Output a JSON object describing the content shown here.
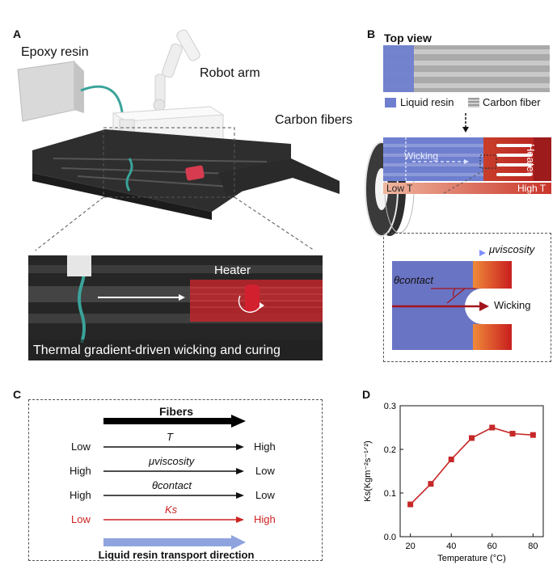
{
  "panel_a": {
    "letter": "A",
    "epoxy_label": "Epoxy resin",
    "robot_label": "Robot arm",
    "fibers_label": "Carbon fibers",
    "heater_label": "Heater",
    "caption": "Thermal gradient-driven wicking and curing"
  },
  "panel_b": {
    "letter": "B",
    "top_view": "Top view",
    "legend_resin": "Liquid resin",
    "legend_fiber": "Carbon fiber",
    "wicking_small": "Wicking",
    "heater": "Heater",
    "low_t": "Low T",
    "high_t": "High T",
    "mu_viscosity": "μviscosity",
    "theta_contact": "θcontact",
    "wicking_big": "Wicking",
    "colors": {
      "resin": "#6f7fcf",
      "heater": "#b31e1e",
      "fiber": "#9a9a9a"
    }
  },
  "panel_c": {
    "letter": "C",
    "fibers": "Fibers",
    "rows": [
      {
        "left": "Low",
        "symbol": "T",
        "right": "High",
        "color": "#111111"
      },
      {
        "left": "High",
        "symbol": "μviscosity",
        "right": "Low",
        "color": "#111111"
      },
      {
        "left": "High",
        "symbol": "θcontact",
        "right": "Low",
        "color": "#111111"
      },
      {
        "left": "Low",
        "symbol": "Ks",
        "right": "High",
        "color": "#cc2222"
      }
    ],
    "transport": "Liquid resin transport direction"
  },
  "panel_d": {
    "letter": "D",
    "chart_data": {
      "type": "line",
      "xlabel": "Temperature (°C)",
      "ylabel": "Ks(Kgm⁻²s⁻¹ᐟ²)",
      "x": [
        20,
        30,
        40,
        50,
        60,
        70,
        80
      ],
      "series": [
        {
          "values": [
            0.074,
            0.121,
            0.177,
            0.226,
            0.25,
            0.236,
            0.233
          ]
        }
      ],
      "xticks": [
        "20",
        "40",
        "60",
        "80"
      ],
      "yticks": [
        "0.0",
        "0.1",
        "0.2",
        "0.3"
      ],
      "xlim": [
        15,
        85
      ],
      "ylim": [
        0,
        0.3
      ],
      "grid": false,
      "color": "#c62828"
    }
  }
}
